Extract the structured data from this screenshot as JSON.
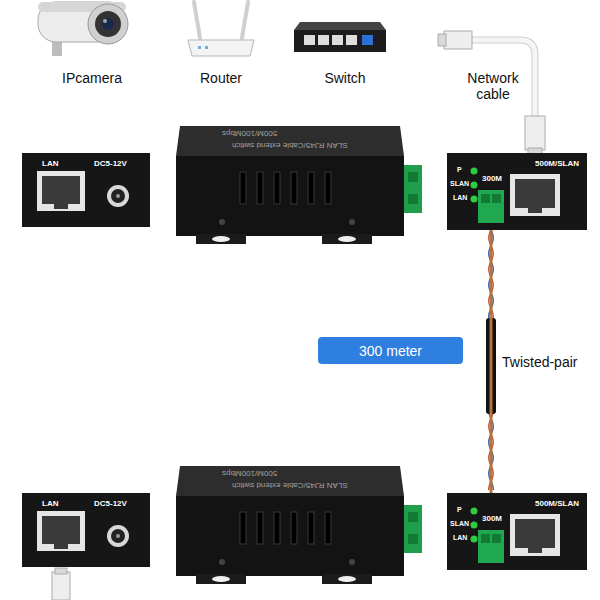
{
  "diagram": {
    "nodes": [
      {
        "text": [
          "LAN",
          "DC5-12V"
        ]
      },
      {
        "text": [
          "P",
          "SLAN",
          "LAN",
          "500M/SLAN",
          "300M"
        ]
      },
      {
        "text": [
          "300 meter"
        ]
      },
      {
        "text": [
          "LAN",
          "DC5-12V"
        ]
      },
      {
        "text": [
          "P",
          "SLAN",
          "LAN",
          "500M/SLAN",
          "300M"
        ]
      }
    ],
    "edges": [
      {
        "from": 1,
        "to": 4,
        "label": "Twisted-pair",
        "arrow": "none"
      }
    ],
    "labels": [
      "IPcamera",
      "Router",
      "Switch",
      "Network cable",
      "500M/100Mbps",
      "SLAN RJ45/Cable extend switch",
      "500M/100Mbps",
      "SLAN RJ45/Cable extend switch"
    ]
  }
}
